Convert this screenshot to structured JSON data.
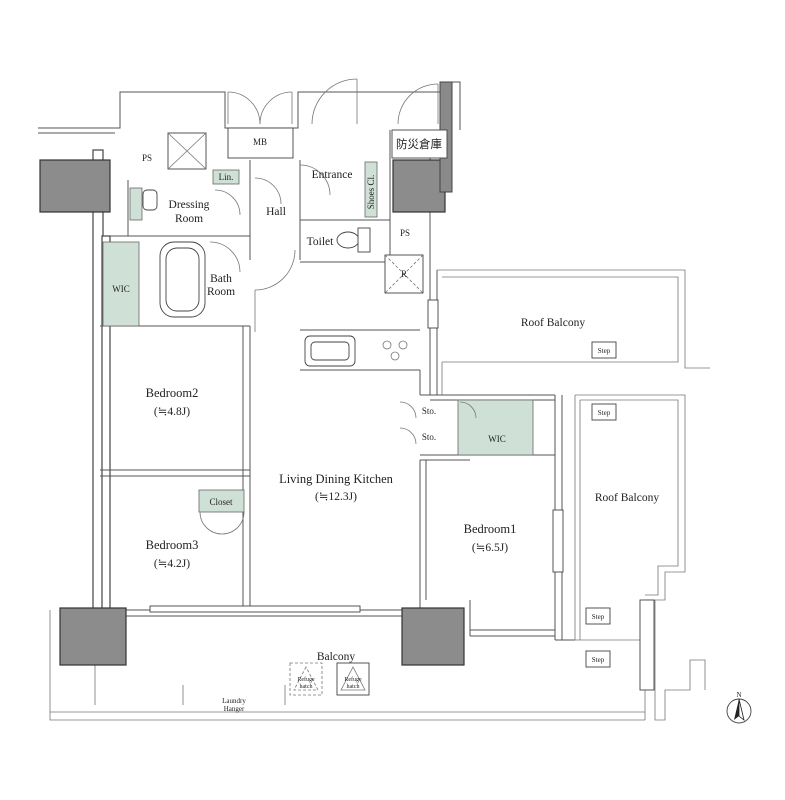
{
  "rooms": {
    "mb": "MB",
    "storage_jp": "防災倉庫",
    "ps_top": "PS",
    "ps_right": "PS",
    "entrance": "Entrance",
    "shoes": "Shoes Cl.",
    "hall": "Hall",
    "toilet": "Toilet",
    "dressing_1": "Dressing",
    "dressing_2": "Room",
    "lin": "Lin.",
    "bath_1": "Bath",
    "bath_2": "Room",
    "wic_left": "WIC",
    "wic_right": "WIC",
    "bedroom2": "Bedroom2",
    "bedroom2_size": "(≒4.8J)",
    "bedroom3": "Bedroom3",
    "bedroom3_size": "(≒4.2J)",
    "closet": "Closet",
    "ldk": "Living Dining Kitchen",
    "ldk_size": "(≒12.3J)",
    "bedroom1": "Bedroom1",
    "bedroom1_size": "(≒6.5J)",
    "sto_1": "Sto.",
    "sto_2": "Sto.",
    "fridge": "R",
    "roof_balcony_1": "Roof Balcony",
    "roof_balcony_2": "Roof Balcony",
    "balcony": "Balcony",
    "laundry_1": "Laundry",
    "laundry_2": "Hanger",
    "refuge_1a": "Refuge",
    "refuge_1b": "hatch",
    "refuge_2a": "Refuge",
    "refuge_2b": "hatch"
  },
  "steps": [
    "Step",
    "Step",
    "Step",
    "Step"
  ],
  "compass": {
    "north": "N"
  },
  "colors": {
    "closet": "#cfe1d6",
    "pillar": "#8c8c8c"
  }
}
